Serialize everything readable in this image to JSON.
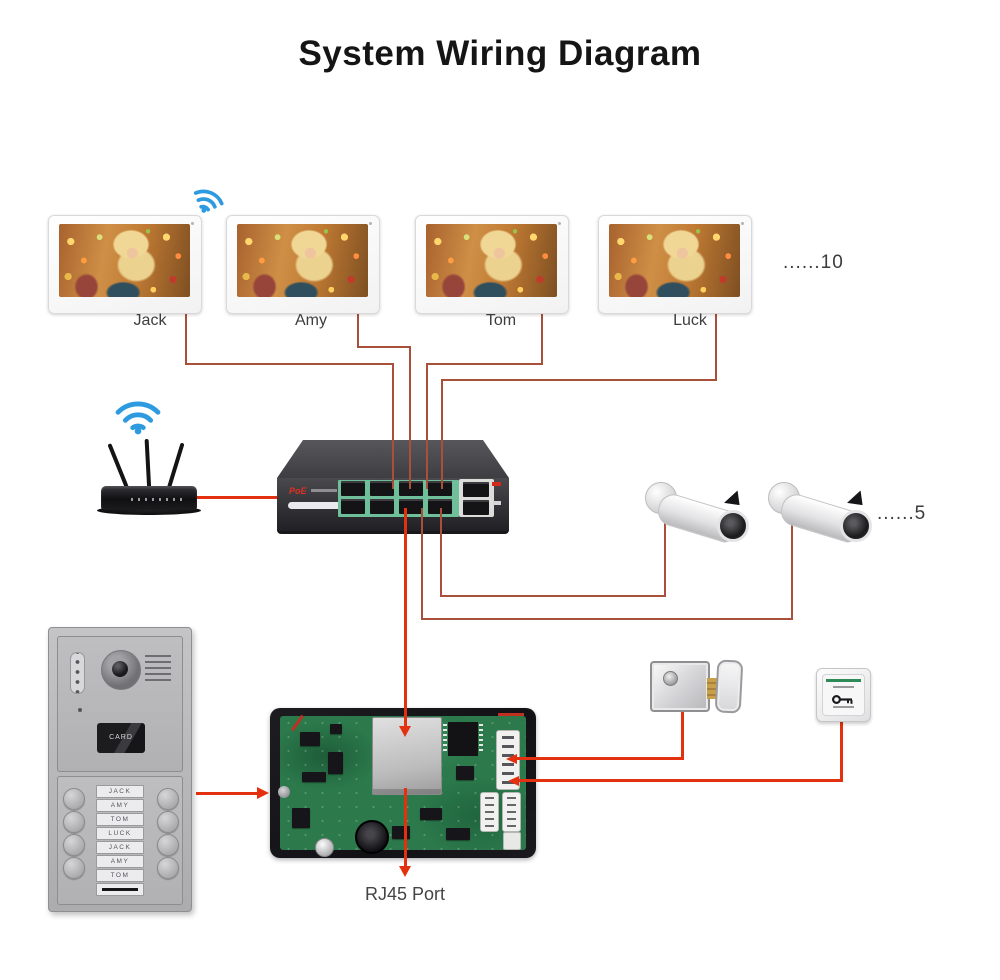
{
  "title": "System Wiring Diagram",
  "monitors": {
    "items": [
      {
        "label": "Jack"
      },
      {
        "label": "Amy"
      },
      {
        "label": "Tom"
      },
      {
        "label": "Luck"
      }
    ],
    "more": "......10"
  },
  "cameras": {
    "more": "......5"
  },
  "poe_switch": {
    "logo": "PoE"
  },
  "door_station": {
    "card_label": "CARD",
    "plates": [
      "JACK",
      "AMY",
      "TOM",
      "LUCK",
      "JACK",
      "AMY",
      "TOM"
    ]
  },
  "pcb": {
    "rj45_label": "RJ45 Port"
  },
  "colors": {
    "wire_thin": "#a8503a",
    "wire_thick": "#e3300f",
    "wifi_blue": "#2e9ae0",
    "board_green": "#2c7a4c"
  }
}
